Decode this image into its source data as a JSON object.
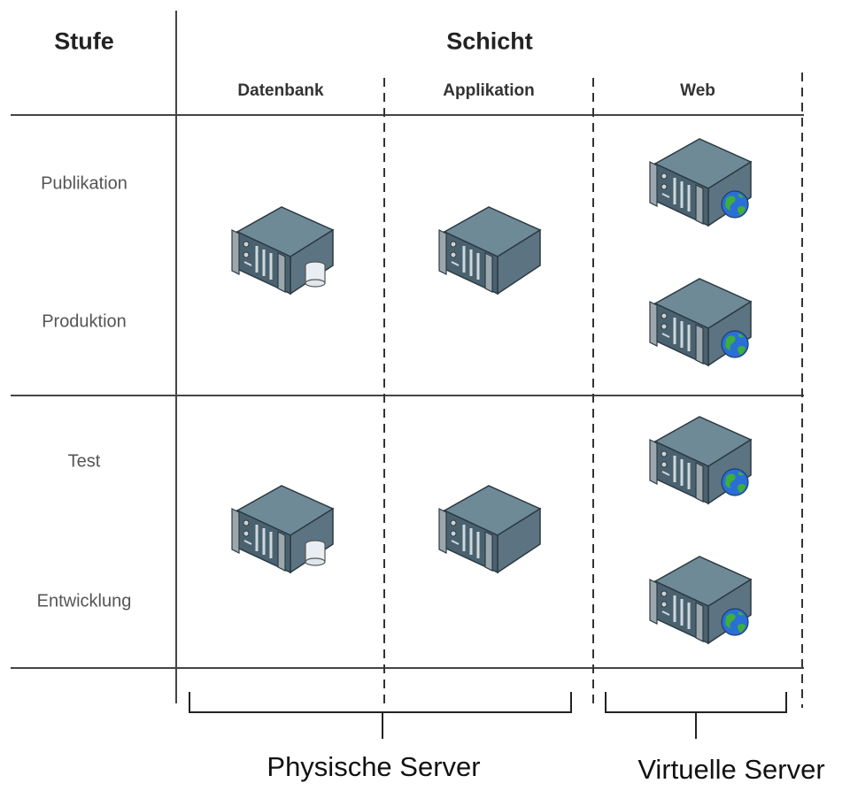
{
  "header": {
    "stage_label": "Stufe",
    "layer_label": "Schicht"
  },
  "columns": [
    {
      "label": "Datenbank"
    },
    {
      "label": "Applikation"
    },
    {
      "label": "Web"
    }
  ],
  "rows": [
    {
      "label": "Publikation"
    },
    {
      "label": "Produktion"
    },
    {
      "label": "Test"
    },
    {
      "label": "Entwicklung"
    }
  ],
  "groups": [
    {
      "label": "Physische Server"
    },
    {
      "label": "Virtuelle Server"
    }
  ],
  "icons": {
    "database_server": "server-database-icon",
    "application_server": "server-icon",
    "web_server": "server-globe-icon"
  },
  "colors": {
    "line": "#444444",
    "server_top": "#6f8a97",
    "server_front": "#4a6270",
    "globe": "#2a6fd6",
    "globe_land": "#3fae3a"
  }
}
